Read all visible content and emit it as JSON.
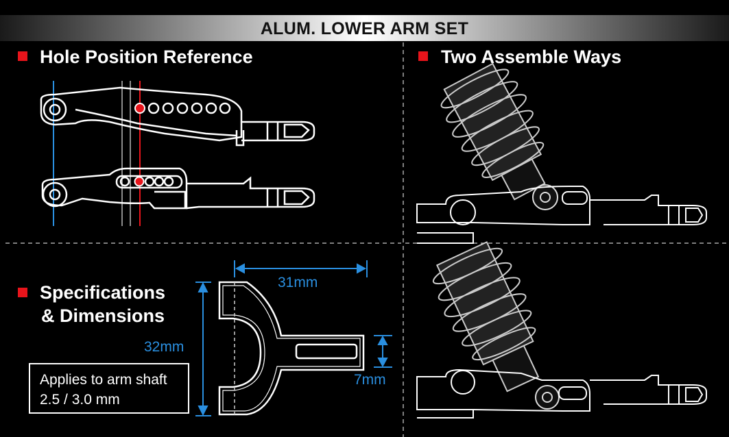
{
  "title": "ALUM. LOWER ARM SET",
  "sections": {
    "hole_position": "Hole Position Reference",
    "assemble": "Two Assemble Ways",
    "spec_line1": "Specifications",
    "spec_line2": "& Dimensions"
  },
  "note": {
    "line1": "Applies to arm shaft",
    "line2": "2.5 / 3.0 mm"
  },
  "dimensions": {
    "width": "31mm",
    "height": "32mm",
    "slot": "7mm"
  },
  "colors": {
    "accent_red": "#e8141b",
    "dimension_blue": "#2a8fe0"
  }
}
